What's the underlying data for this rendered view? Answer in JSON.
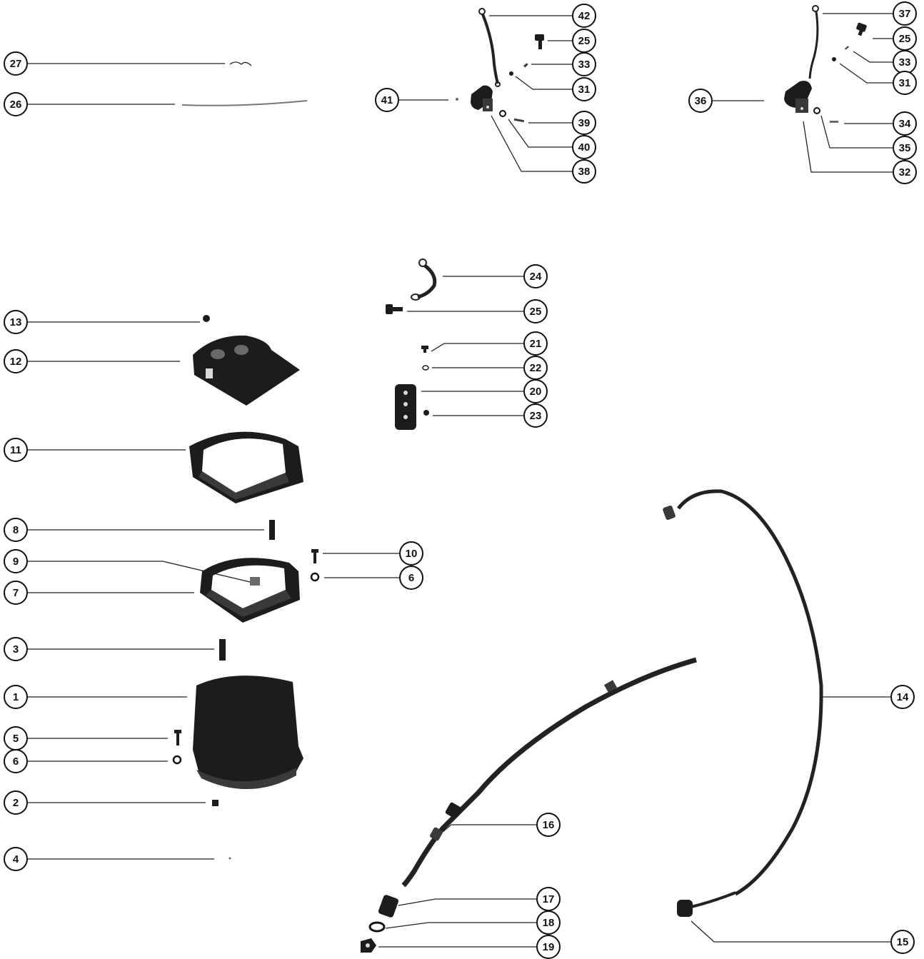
{
  "callouts": [
    {
      "id": "c27",
      "label": "27"
    },
    {
      "id": "c26",
      "label": "26"
    },
    {
      "id": "c42",
      "label": "42"
    },
    {
      "id": "c25a",
      "label": "25"
    },
    {
      "id": "c33a",
      "label": "33"
    },
    {
      "id": "c31a",
      "label": "31"
    },
    {
      "id": "c41",
      "label": "41"
    },
    {
      "id": "c39",
      "label": "39"
    },
    {
      "id": "c40",
      "label": "40"
    },
    {
      "id": "c38",
      "label": "38"
    },
    {
      "id": "c37",
      "label": "37"
    },
    {
      "id": "c25b",
      "label": "25"
    },
    {
      "id": "c33b",
      "label": "33"
    },
    {
      "id": "c31b",
      "label": "31"
    },
    {
      "id": "c36",
      "label": "36"
    },
    {
      "id": "c34",
      "label": "34"
    },
    {
      "id": "c35",
      "label": "35"
    },
    {
      "id": "c32",
      "label": "32"
    },
    {
      "id": "c24",
      "label": "24"
    },
    {
      "id": "c25c",
      "label": "25"
    },
    {
      "id": "c21",
      "label": "21"
    },
    {
      "id": "c22",
      "label": "22"
    },
    {
      "id": "c20",
      "label": "20"
    },
    {
      "id": "c23",
      "label": "23"
    },
    {
      "id": "c13",
      "label": "13"
    },
    {
      "id": "c12",
      "label": "12"
    },
    {
      "id": "c11",
      "label": "11"
    },
    {
      "id": "c8",
      "label": "8"
    },
    {
      "id": "c9",
      "label": "9"
    },
    {
      "id": "c7",
      "label": "7"
    },
    {
      "id": "c10",
      "label": "10"
    },
    {
      "id": "c6a",
      "label": "6"
    },
    {
      "id": "c3",
      "label": "3"
    },
    {
      "id": "c1",
      "label": "1"
    },
    {
      "id": "c5",
      "label": "5"
    },
    {
      "id": "c6b",
      "label": "6"
    },
    {
      "id": "c2",
      "label": "2"
    },
    {
      "id": "c4",
      "label": "4"
    },
    {
      "id": "c14",
      "label": "14"
    },
    {
      "id": "c16",
      "label": "16"
    },
    {
      "id": "c17",
      "label": "17"
    },
    {
      "id": "c18",
      "label": "18"
    },
    {
      "id": "c19",
      "label": "19"
    },
    {
      "id": "c15",
      "label": "15"
    }
  ]
}
